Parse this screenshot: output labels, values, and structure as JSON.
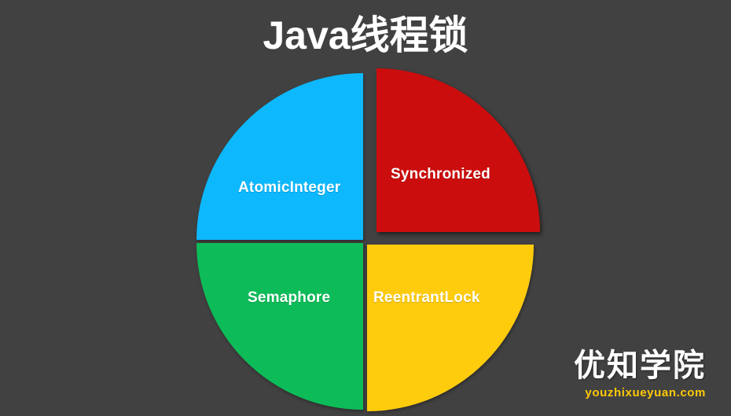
{
  "slide": {
    "title": "Java线程锁",
    "background_color": "#414141",
    "title_color": "#ffffff"
  },
  "chart_data": {
    "type": "pie",
    "title": "Java线程锁",
    "legend": "none",
    "labels_inside": true,
    "center": [
      465,
      307
    ],
    "radius": 212,
    "categories": [
      "Synchronized",
      "AtomicInteger",
      "Semaphore",
      "ReentrantLock"
    ],
    "values": [
      25,
      25,
      25,
      25
    ],
    "colors": [
      "#cc0a0a",
      "#0cb8fc",
      "#0cbc58",
      "#ffcc08"
    ],
    "slices": [
      {
        "label": "Synchronized",
        "value": 25,
        "color": "#cc0a0a",
        "start_angle_deg": 0,
        "end_angle_deg": 90,
        "exploded": true,
        "label_color": "#ffffff"
      },
      {
        "label": "AtomicInteger",
        "value": 25,
        "color": "#0cb8fc",
        "start_angle_deg": 270,
        "end_angle_deg": 360,
        "exploded": false,
        "label_color": "#ffffff"
      },
      {
        "label": "Semaphore",
        "value": 25,
        "color": "#0cbc58",
        "start_angle_deg": 180,
        "end_angle_deg": 270,
        "exploded": false,
        "label_color": "#ffffff"
      },
      {
        "label": "ReentrantLock",
        "value": 25,
        "color": "#ffcc08",
        "start_angle_deg": 90,
        "end_angle_deg": 180,
        "exploded": false,
        "label_color": "#ffffff"
      }
    ]
  },
  "watermark": {
    "brand": "优知学院",
    "url": "youzhixueyuan.com",
    "brand_color": "#ffffff",
    "url_color": "#ffc907"
  }
}
